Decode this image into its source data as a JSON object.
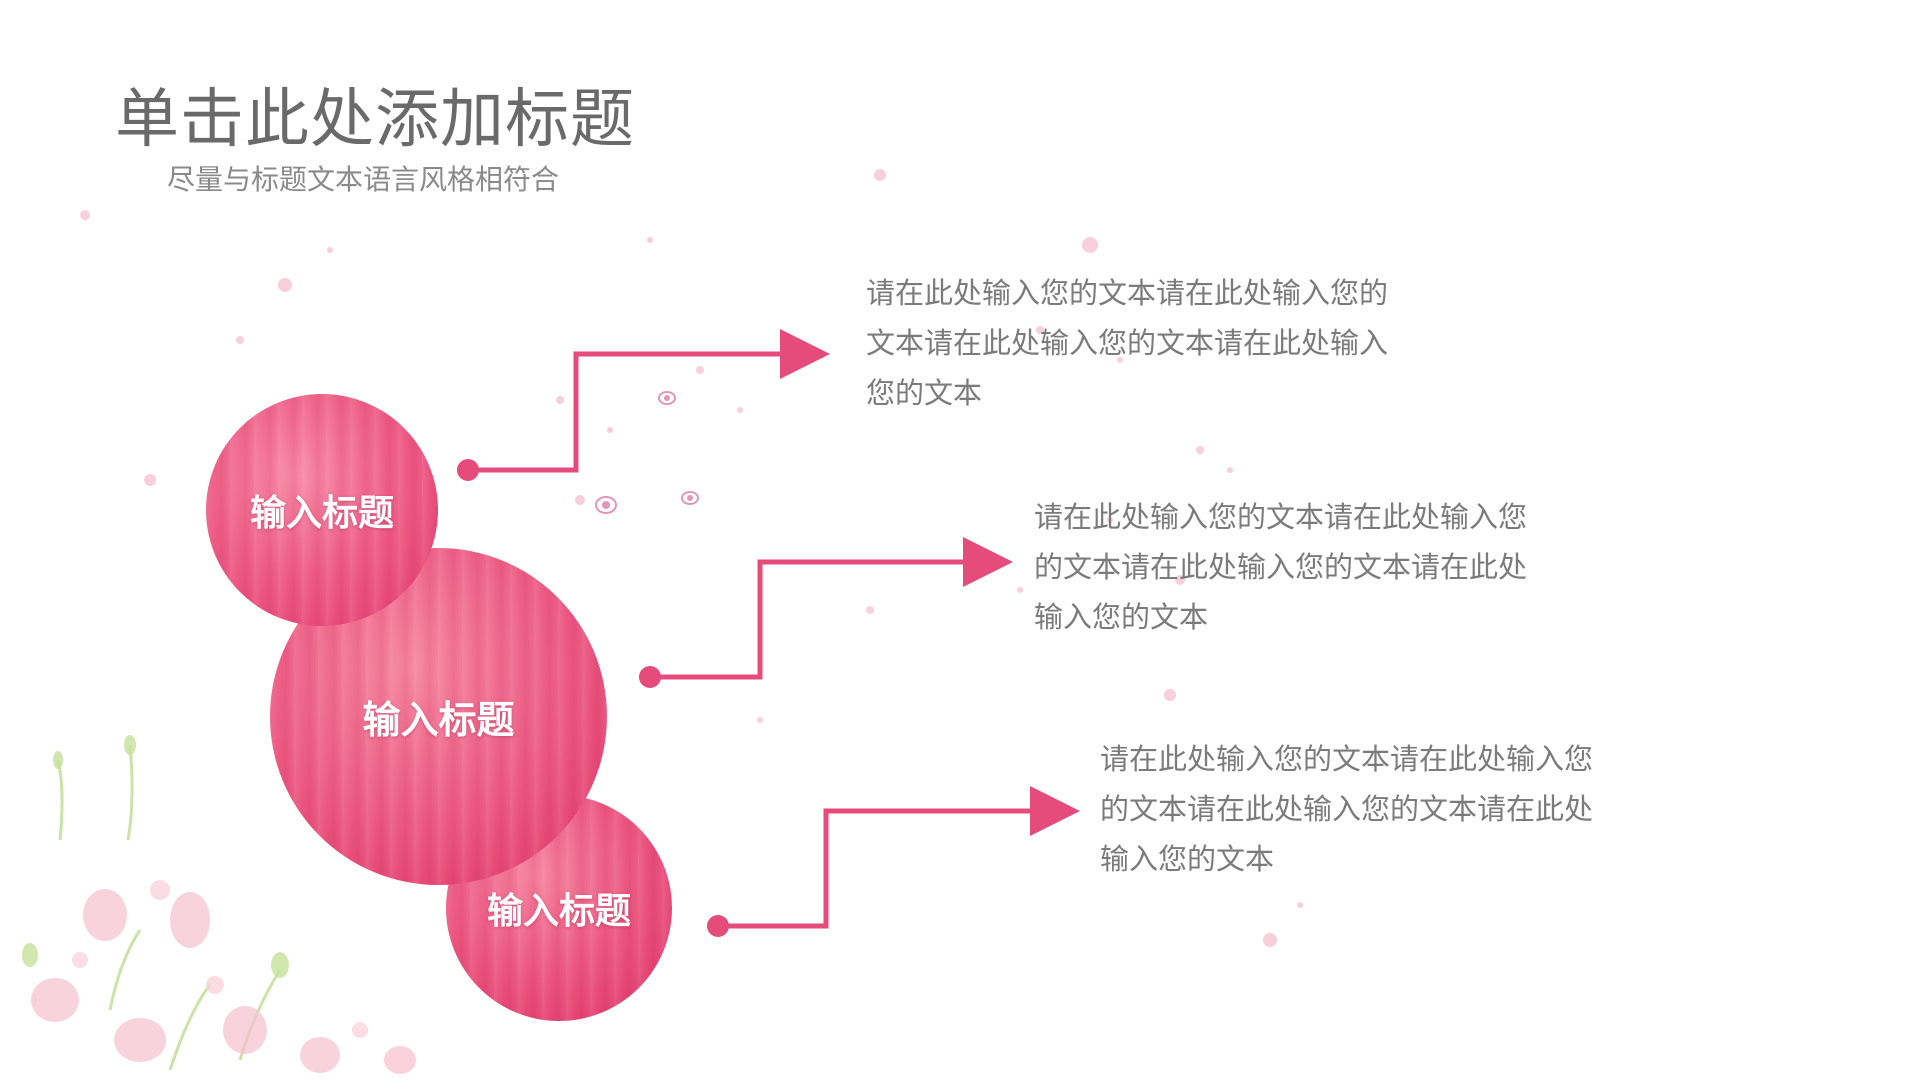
{
  "header": {
    "title": "单击此处添加标题",
    "subtitle": "尽量与标题文本语言风格相符合"
  },
  "circles": [
    {
      "label": "输入标题"
    },
    {
      "label": "输入标题"
    },
    {
      "label": "输入标题"
    }
  ],
  "descriptions": [
    {
      "lines": [
        "请在此处输入您的文本请在此处输入您的",
        "文本请在此处输入您的文本请在此处输入",
        "您的文本"
      ]
    },
    {
      "lines": [
        "请在此处输入您的文本请在此处输入您",
        "的文本请在此处输入您的文本请在此处",
        "输入您的文本"
      ]
    },
    {
      "lines": [
        "请在此处输入您的文本请在此处输入您",
        "的文本请在此处输入您的文本请在此处",
        "输入您的文本"
      ]
    }
  ],
  "colors": {
    "accent": "#e54b7b",
    "title_text": "#6a6a6a",
    "body_text": "#7b7b7b"
  }
}
